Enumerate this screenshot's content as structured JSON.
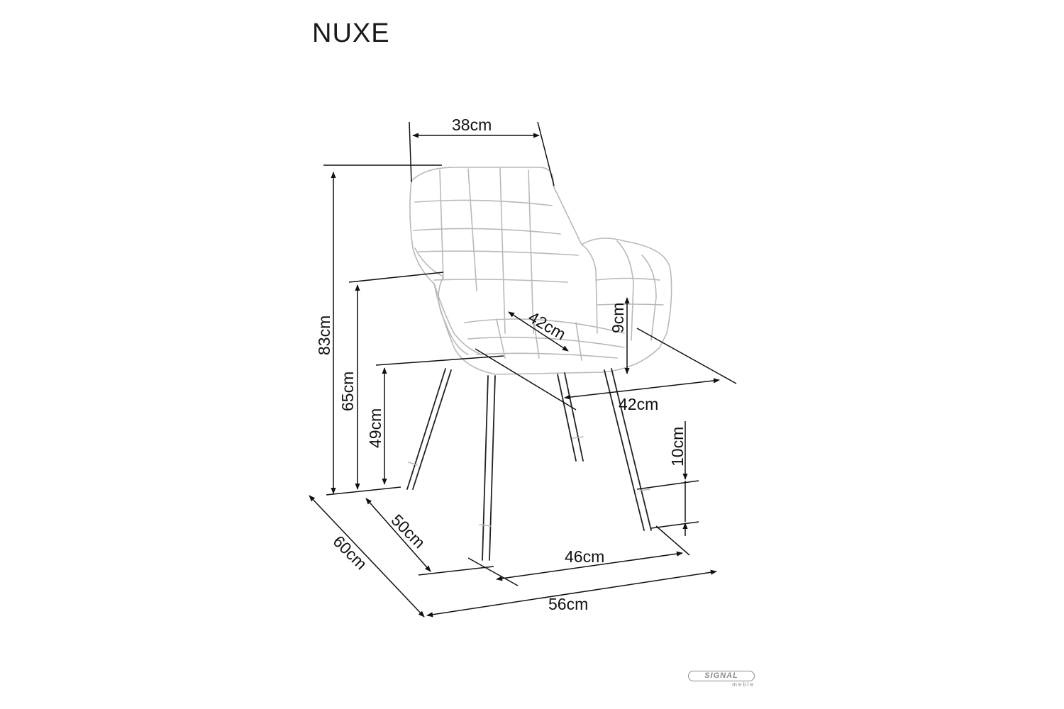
{
  "title": "NUXE",
  "dimensions": {
    "backrest_width": "38cm",
    "total_height": "83cm",
    "armrest_height": "65cm",
    "seat_height": "49cm",
    "seat_depth": "42cm",
    "armrest_above_seat": "9cm",
    "seat_width": "42cm",
    "leg_cap": "10cm",
    "leg_depth": "50cm",
    "total_depth": "60cm",
    "leg_width": "46cm",
    "total_width": "56cm"
  },
  "logo": {
    "name": "SIGNAL",
    "sub": "meble"
  },
  "colors": {
    "line": "#111111",
    "sketch": "#b9b9b9",
    "logo": "#8a8a8a"
  }
}
